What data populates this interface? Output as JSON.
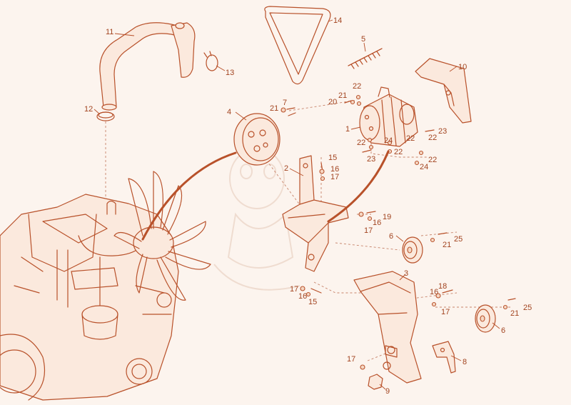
{
  "colors": {
    "ink": "#b8512a",
    "label": "#a24420",
    "background": "#fcf4ee",
    "fill": "#fbe9dd"
  },
  "diagram": {
    "labels": {
      "l1": "1",
      "l2": "2",
      "l3": "3",
      "l4": "4",
      "l5": "5",
      "l6a": "6",
      "l6b": "6",
      "l7": "7",
      "l8": "8",
      "l9": "9",
      "l10": "10",
      "l11": "11",
      "l12": "12",
      "l13": "13",
      "l14": "14",
      "l15a": "15",
      "l15b": "15",
      "l16a": "16",
      "l16b": "16",
      "l16c": "16",
      "l16d": "16",
      "l17a": "17",
      "l17b": "17",
      "l17c": "17",
      "l17d": "17",
      "l17e": "17",
      "l18": "18",
      "l19": "19",
      "l20": "20",
      "l21a": "21",
      "l21b": "21",
      "l21c": "21",
      "l21d": "21",
      "l22a": "22",
      "l22b": "22",
      "l22c": "22",
      "l22d": "22",
      "l22e": "22",
      "l22f": "22",
      "l23a": "23",
      "l23b": "23",
      "l24a": "24",
      "l24b": "24",
      "l25a": "25",
      "l25b": "25"
    }
  }
}
